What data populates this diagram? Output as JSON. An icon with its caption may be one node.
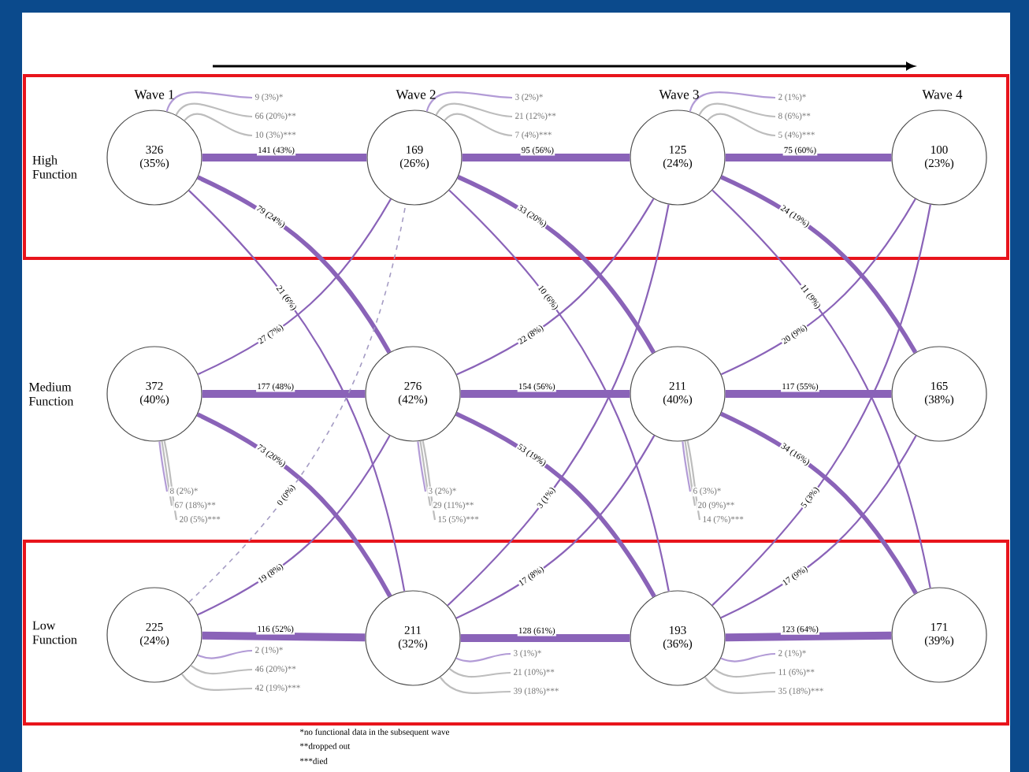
{
  "diagram": {
    "nodes": [
      {
        "text": [
          "High Function"
        ]
      },
      {
        "text": [
          "326 (35%)"
        ],
        "in": 0
      },
      {
        "text": [
          "169 (26%)"
        ],
        "in": 0
      },
      {
        "text": [
          "125 (24%)"
        ],
        "in": 0
      },
      {
        "text": [
          "100 (23%)"
        ],
        "in": 0
      },
      {
        "text": [
          "372 (40%)"
        ]
      },
      {
        "text": [
          "276 (42%)"
        ]
      },
      {
        "text": [
          "211 (40%)"
        ]
      },
      {
        "text": [
          "165 (38%)"
        ]
      },
      {
        "text": [
          "Low Function"
        ]
      },
      {
        "text": [
          "225 (24%)"
        ],
        "in": 9
      },
      {
        "text": [
          "211 (32%)"
        ],
        "in": 9
      },
      {
        "text": [
          "193 (36%)"
        ],
        "in": 9
      },
      {
        "text": [
          "171 (39%)"
        ],
        "in": 9
      }
    ],
    "edges": [
      {
        "from": 1,
        "to": 2,
        "arrow": "none",
        "label": "141 (43%)",
        "style": "thick"
      },
      {
        "from": 1,
        "to": 6,
        "arrow": "none",
        "label": "79 (24%)",
        "style": "thick"
      },
      {
        "from": 1,
        "to": 11,
        "arrow": "none",
        "label": "21 (6%)"
      },
      {
        "from": 5,
        "to": 2,
        "arrow": "none",
        "label": "27 (7%)"
      },
      {
        "from": 5,
        "to": 6,
        "arrow": "none",
        "label": "177 (48%)",
        "style": "thick"
      },
      {
        "from": 5,
        "to": 11,
        "arrow": "none",
        "label": "73 (20%)",
        "style": "thick"
      },
      {
        "from": 10,
        "to": 2,
        "arrow": "none",
        "label": "0 (0%)",
        "style": "dashed",
        "color": "#a59cc4"
      },
      {
        "from": 10,
        "to": 6,
        "arrow": "none",
        "label": "19 (8%)"
      },
      {
        "from": 10,
        "to": 11,
        "arrow": "none",
        "label": "116 (52%)",
        "style": "thick"
      },
      {
        "from": 2,
        "to": 3,
        "arrow": "none",
        "label": "95 (56%)",
        "style": "thick"
      },
      {
        "from": 2,
        "to": 7,
        "arrow": "none",
        "label": "33 (20%)",
        "style": "thick"
      },
      {
        "from": 2,
        "to": 12,
        "arrow": "none",
        "label": "10 (6%)"
      },
      {
        "from": 6,
        "to": 3,
        "arrow": "none",
        "label": "22 (8%)"
      },
      {
        "from": 6,
        "to": 7,
        "arrow": "none",
        "label": "154 (56%)",
        "style": "thick"
      },
      {
        "from": 6,
        "to": 12,
        "arrow": "none",
        "label": "53 (19%)",
        "style": "thick"
      },
      {
        "from": 11,
        "to": 3,
        "arrow": "none",
        "label": "3 (1%)"
      },
      {
        "from": 11,
        "to": 7,
        "arrow": "none",
        "label": "17 (8%)"
      },
      {
        "from": 11,
        "to": 12,
        "arrow": "none",
        "label": "128 (61%)",
        "style": "thick"
      },
      {
        "from": 3,
        "to": 4,
        "arrow": "none",
        "label": "75 (60%)",
        "style": "thick"
      },
      {
        "from": 3,
        "to": 8,
        "arrow": "none",
        "label": "24 (19%)",
        "style": "thick"
      },
      {
        "from": 3,
        "to": 13,
        "arrow": "none",
        "label": "11 (9%)"
      },
      {
        "from": 7,
        "to": 4,
        "arrow": "none",
        "label": "20 (9%)"
      },
      {
        "from": 7,
        "to": 8,
        "arrow": "none",
        "label": "117 (55%)",
        "style": "thick"
      },
      {
        "from": 7,
        "to": 13,
        "arrow": "none",
        "label": "34 (16%)",
        "style": "thick"
      },
      {
        "from": 12,
        "to": 4,
        "arrow": "none",
        "label": "5 (3%)"
      },
      {
        "from": 12,
        "to": 8,
        "arrow": "none",
        "label": "17 (9%)"
      },
      {
        "from": 12,
        "to": 13,
        "arrow": "none",
        "label": "123 (64%)",
        "style": "thick"
      },
      {
        "from": 1,
        "to": null,
        "arrow": "none",
        "label": "9 (3%)*",
        "color": "#b29bd6"
      },
      {
        "from": 1,
        "to": null,
        "arrow": "none",
        "label": "66 (20%)**",
        "color": "#bdbdbd"
      },
      {
        "from": 1,
        "to": null,
        "arrow": "none",
        "label": "10 (3%)***",
        "color": "#bdbdbd"
      },
      {
        "from": 2,
        "to": null,
        "arrow": "none",
        "label": "3 (2%)*",
        "color": "#b29bd6"
      },
      {
        "from": 2,
        "to": null,
        "arrow": "none",
        "label": "21 (12%)**",
        "color": "#bdbdbd"
      },
      {
        "from": 2,
        "to": null,
        "arrow": "none",
        "label": "7 (4%)***",
        "color": "#bdbdbd"
      },
      {
        "from": 3,
        "to": null,
        "arrow": "none",
        "label": "2 (1%)*",
        "color": "#b29bd6"
      },
      {
        "from": 3,
        "to": null,
        "arrow": "none",
        "label": "8 (6%)**",
        "color": "#bdbdbd"
      },
      {
        "from": 3,
        "to": null,
        "arrow": "none",
        "label": "5 (4%)***",
        "color": "#bdbdbd"
      },
      {
        "from": 5,
        "to": null,
        "arrow": "none",
        "label": "8 (2%)*",
        "color": "#b29bd6"
      },
      {
        "from": 5,
        "to": null,
        "arrow": "none",
        "label": "67 (18%)**",
        "color": "#bdbdbd"
      },
      {
        "from": 5,
        "to": null,
        "arrow": "none",
        "label": "20 (5%)***",
        "color": "#bdbdbd"
      },
      {
        "from": 6,
        "to": null,
        "arrow": "none",
        "label": "3 (2%)*",
        "color": "#b29bd6"
      },
      {
        "from": 6,
        "to": null,
        "arrow": "none",
        "label": "29 (11%)**",
        "color": "#bdbdbd"
      },
      {
        "from": 6,
        "to": null,
        "arrow": "none",
        "label": "15 (5%)***",
        "color": "#bdbdbd"
      },
      {
        "from": 7,
        "to": null,
        "arrow": "none",
        "label": "6 (3%)*",
        "color": "#b29bd6"
      },
      {
        "from": 7,
        "to": null,
        "arrow": "none",
        "label": "20 (9%)**",
        "color": "#bdbdbd"
      },
      {
        "from": 7,
        "to": null,
        "arrow": "none",
        "label": "14 (7%)***",
        "color": "#bdbdbd"
      },
      {
        "from": 10,
        "to": null,
        "arrow": "none",
        "label": "2 (1%)*",
        "color": "#b29bd6"
      },
      {
        "from": 10,
        "to": null,
        "arrow": "none",
        "label": "46 (20%)**",
        "color": "#bdbdbd"
      },
      {
        "from": 10,
        "to": null,
        "arrow": "none",
        "label": "42 (19%)***",
        "color": "#bdbdbd"
      },
      {
        "from": 11,
        "to": null,
        "arrow": "none",
        "label": "3 (1%)*",
        "color": "#b29bd6"
      },
      {
        "from": 11,
        "to": null,
        "arrow": "none",
        "label": "21 (10%)**",
        "color": "#bdbdbd"
      },
      {
        "from": 11,
        "to": null,
        "arrow": "none",
        "label": "39 (18%)***",
        "color": "#bdbdbd"
      },
      {
        "from": 12,
        "to": null,
        "arrow": "none",
        "label": "2 (1%)*",
        "color": "#b29bd6"
      },
      {
        "from": 12,
        "to": null,
        "arrow": "none",
        "label": "11 (6%)**",
        "color": "#bdbdbd"
      },
      {
        "from": 12,
        "to": null,
        "arrow": "none",
        "label": "35 (18%)***",
        "color": "#bdbdbd"
      }
    ],
    "labels": [
      "Wave 1",
      "Wave 2",
      "Wave 3",
      "Wave 4",
      "Medium Function",
      "*no functional data in the subsequent wave",
      "**dropped out",
      "***died"
    ]
  }
}
